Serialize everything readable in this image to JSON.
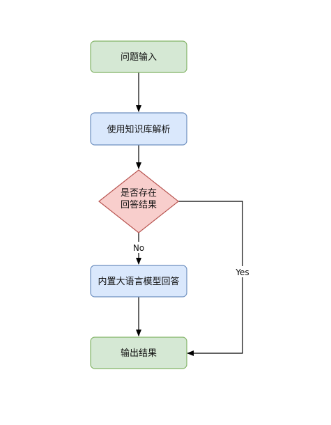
{
  "flowchart": {
    "nodes": {
      "input": {
        "label": "问题输入",
        "fill": "#d5e8d4",
        "stroke": "#82b366"
      },
      "parse": {
        "label": "使用知识库解析",
        "fill": "#dae8fc",
        "stroke": "#6c8ebf"
      },
      "decision": {
        "line1": "是否存在",
        "line2": "回答结果",
        "fill": "#f8cecc",
        "stroke": "#b85450"
      },
      "llm": {
        "label": "内置大语言模型回答",
        "fill": "#dae8fc",
        "stroke": "#6c8ebf"
      },
      "output": {
        "label": "输出结果",
        "fill": "#d5e8d4",
        "stroke": "#82b366"
      }
    },
    "edges": {
      "no_label": "No",
      "yes_label": "Yes"
    }
  }
}
